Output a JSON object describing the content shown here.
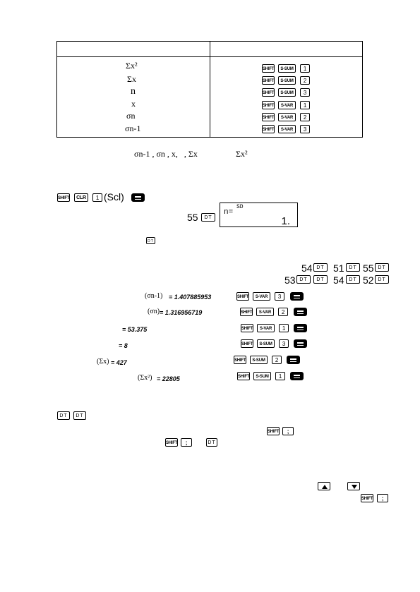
{
  "table": {
    "rows": [
      {
        "symbol": "Σx²",
        "keys": [
          "SHIFT",
          "S-SUM",
          "1"
        ]
      },
      {
        "symbol": "Σx",
        "keys": [
          "SHIFT",
          "S-SUM",
          "2"
        ]
      },
      {
        "symbol": "n",
        "keys": [
          "SHIFT",
          "S-SUM",
          "3"
        ]
      },
      {
        "symbol": "x",
        "keys": [
          "SHIFT",
          "S-VAR",
          "1"
        ]
      },
      {
        "symbol": "σn",
        "keys": [
          "SHIFT",
          "S-VAR",
          "2"
        ]
      },
      {
        "symbol": "σn-1",
        "keys": [
          "SHIFT",
          "S-VAR",
          "3"
        ]
      }
    ]
  },
  "note_line": {
    "items": [
      "σn-1 , σn , x,   , Σx",
      "Σx²"
    ]
  },
  "clear_sequence": {
    "keys": [
      "SHIFT",
      "CLR",
      "1"
    ],
    "scl": "(Scl)"
  },
  "entry": {
    "number": "55",
    "key": "DT"
  },
  "display": {
    "mode": "SD",
    "label": "n=",
    "value": "1."
  },
  "inline_dt": "DT",
  "data_entry": {
    "line1": [
      "54",
      "51",
      "55"
    ],
    "line2": [
      "53",
      "54",
      "52"
    ],
    "dt_key": "DT"
  },
  "results": [
    {
      "label": "(σn-1)",
      "value": "= 1.407885953",
      "keys": [
        "SHIFT",
        "S-VAR",
        "3"
      ]
    },
    {
      "label": "(σn)",
      "value": "= 1.316956719",
      "keys": [
        "SHIFT",
        "S-VAR",
        "2"
      ]
    },
    {
      "label": "",
      "value": "= 53.375",
      "keys": [
        "SHIFT",
        "S-VAR",
        "1"
      ]
    },
    {
      "label": "",
      "value": "= 8",
      "keys": [
        "SHIFT",
        "S-SUM",
        "3"
      ]
    },
    {
      "label": "(Σx)",
      "value": "= 427",
      "keys": [
        "SHIFT",
        "S-SUM",
        "2"
      ]
    },
    {
      "label": "(Σx²)",
      "value": "= 22805",
      "keys": [
        "SHIFT",
        "S-SUM",
        "1"
      ]
    }
  ],
  "footer": {
    "dt1": "DT",
    "dt2": "DT",
    "shift": "SHIFT",
    "semicolon": ";",
    "dt3": "DT"
  }
}
